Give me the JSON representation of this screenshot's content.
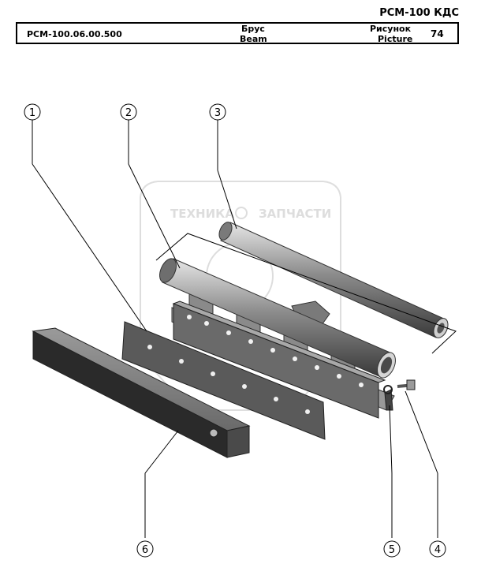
{
  "header": {
    "model": "РСМ-100 КДС",
    "part_number": "РСМ-100.06.00.500",
    "name_ru": "Брус",
    "name_en": "Beam",
    "picture_ru": "Рисунок",
    "picture_en": "Picture",
    "picture_number": "74"
  },
  "watermark": {
    "text_left": "ТЕХНИКА",
    "text_right": "ЗАПЧАСТИ"
  },
  "callouts": [
    "1",
    "2",
    "3",
    "4",
    "5",
    "6"
  ]
}
